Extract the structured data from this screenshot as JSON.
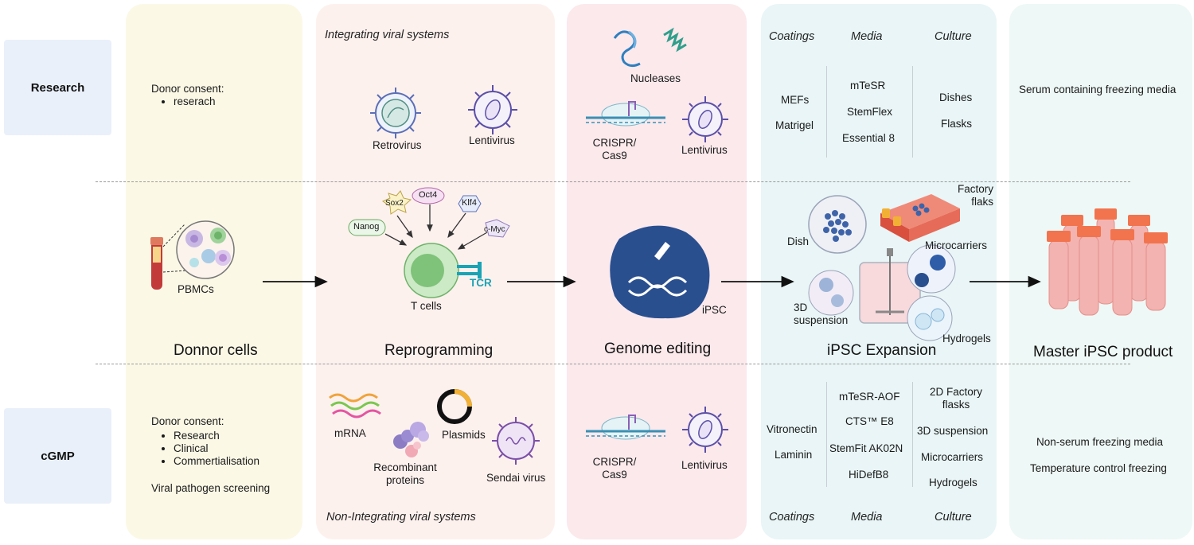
{
  "rows": {
    "research": "Research",
    "cgmp": "cGMP"
  },
  "donor": {
    "title": "Donnor cells",
    "research_consent_title": "Donor consent:",
    "research_consent_items": [
      "reserach"
    ],
    "cell_label": "PBMCs",
    "cgmp_consent_title": "Donor consent:",
    "cgmp_consent_items": [
      "Research",
      "Clinical",
      "Commertialisation"
    ],
    "cgmp_screening": "Viral pathogen screening"
  },
  "reprogramming": {
    "title": "Reprogramming",
    "integrating_heading": "Integrating viral systems",
    "retrovirus": "Retrovirus",
    "lentivirus": "Lentivirus",
    "factors": [
      "Sox2",
      "Oct4",
      "Klf4",
      "Nanog",
      "c-Myc"
    ],
    "tcr": "TCR",
    "t_cells": "T cells",
    "mrna": "mRNA",
    "plasmids": "Plasmids",
    "recombinant": "Recombinant proteins",
    "sendai": "Sendai virus",
    "non_integrating_heading": "Non-Integrating viral systems"
  },
  "genome": {
    "title": "Genome editing",
    "nucleases": "Nucleases",
    "crispr": "CRISPR/ Cas9",
    "lentivirus": "Lentivirus",
    "ipsc": "iPSC",
    "cgmp_crispr": "CRISPR/ Cas9",
    "cgmp_lentivirus": "Lentivirus"
  },
  "expansion": {
    "title": "iPSC Expansion",
    "headers": {
      "coatings": "Coatings",
      "media": "Media",
      "culture": "Culture"
    },
    "research_coatings": [
      "MEFs",
      "Matrigel"
    ],
    "research_media": [
      "mTeSR",
      "StemFlex",
      "Essential 8"
    ],
    "research_culture": [
      "Dishes",
      "Flasks"
    ],
    "dish": "Dish",
    "factory_flasks": "Factory flaks",
    "microcarriers": "Microcarriers",
    "suspension": "3D suspension",
    "hydrogels": "Hydrogels",
    "cgmp_coatings": [
      "Vitronectin",
      "Laminin"
    ],
    "cgmp_media": [
      "mTeSR-AOF",
      "CTS™ E8",
      "StemFit AK02N",
      "HiDefB8"
    ],
    "cgmp_culture": [
      "2D Factory flasks",
      "3D suspension",
      "Microcarriers",
      "Hydrogels"
    ]
  },
  "master": {
    "title": "Master iPSC product",
    "research_item": "Serum containing freezing media",
    "cgmp_items": [
      "Non-serum freezing media",
      "Temperature control freezing"
    ]
  },
  "colors": {
    "donor_panel": "#fbf8e6",
    "reprog_panel": "#fdf1ee",
    "genome_panel": "#fbe9ec",
    "expansion_panel": "#e9f5f6",
    "master_panel": "#eef8f6",
    "row_label": "#e9f0fa",
    "ipsc_blue": "#2a4f8f",
    "tcell_green": "#8fcf8a",
    "tcr_teal": "#1aa3b4",
    "factory_red": "#e55c48",
    "tube_pink": "#f3b3b0",
    "cap_orange": "#f2744e"
  }
}
